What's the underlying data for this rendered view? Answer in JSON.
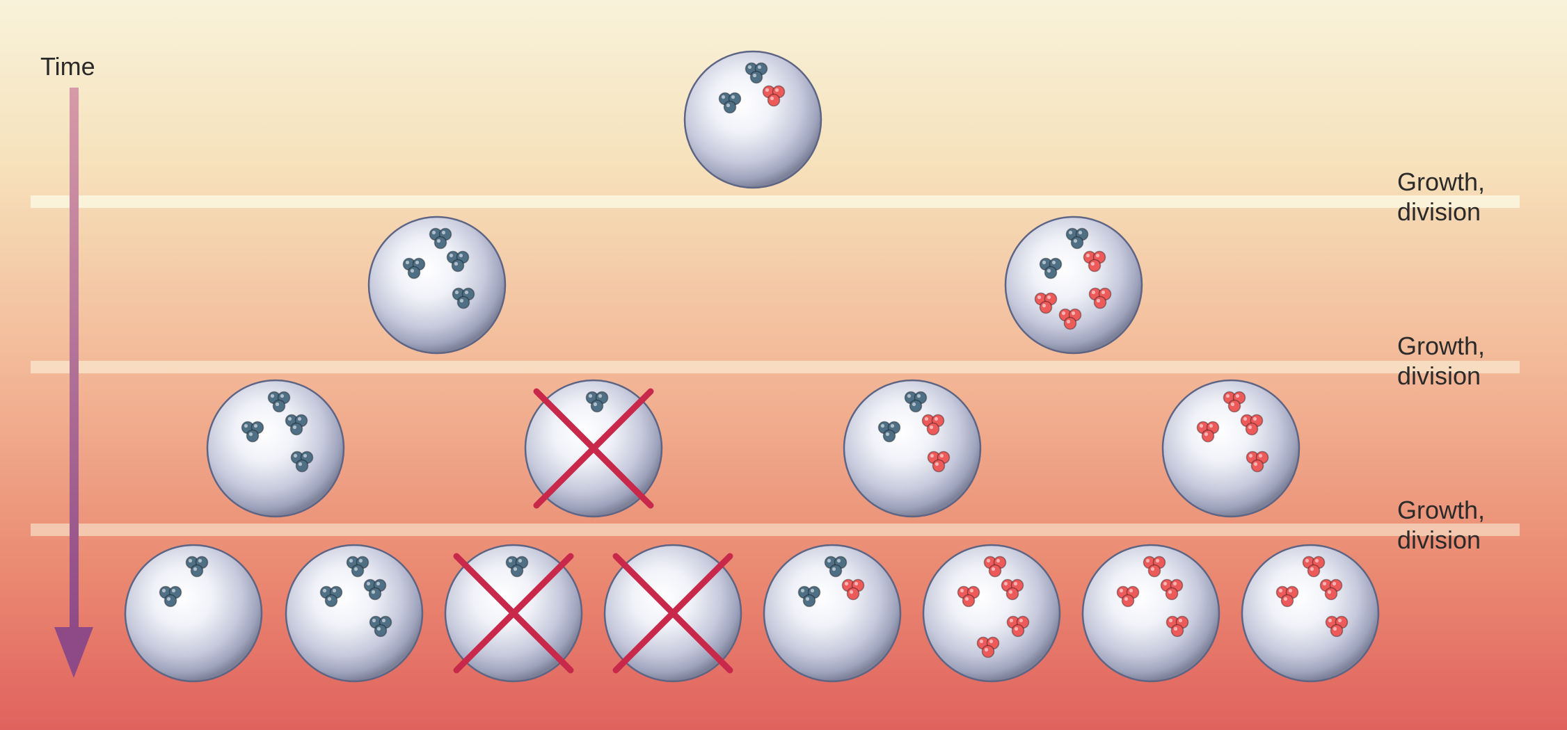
{
  "time_label": "Time",
  "stages": [
    {
      "line1": "Growth,",
      "line2": "division"
    },
    {
      "line1": "Growth,",
      "line2": "division"
    },
    {
      "line1": "Growth,",
      "line2": "division"
    }
  ],
  "colors": {
    "background_top": "#f7f0d8",
    "background_bottom": "#e06460",
    "divider": "#fbf3dc",
    "time_arrow": "#9a4f8a",
    "cell": "#eceef6",
    "cell_edge": "#5d6484",
    "blue_organelle": "#4f6f85",
    "red_organelle": "#ec5a5a",
    "cross": "#c8284a"
  },
  "generations": [
    {
      "cells": [
        {
          "blue": 2,
          "red": 1,
          "dead": false
        }
      ]
    },
    {
      "cells": [
        {
          "blue": 4,
          "red": 0,
          "dead": false
        },
        {
          "blue": 2,
          "red": 4,
          "dead": false
        }
      ]
    },
    {
      "cells": [
        {
          "blue": 4,
          "red": 0,
          "dead": false
        },
        {
          "blue": 1,
          "red": 0,
          "dead": true
        },
        {
          "blue": 2,
          "red": 2,
          "dead": false
        },
        {
          "blue": 0,
          "red": 4,
          "dead": false
        }
      ]
    },
    {
      "cells": [
        {
          "blue": 2,
          "red": 0,
          "dead": false
        },
        {
          "blue": 4,
          "red": 0,
          "dead": false
        },
        {
          "blue": 1,
          "red": 0,
          "dead": true
        },
        {
          "blue": 0,
          "red": 0,
          "dead": true
        },
        {
          "blue": 2,
          "red": 1,
          "dead": false
        },
        {
          "blue": 0,
          "red": 5,
          "dead": false
        },
        {
          "blue": 0,
          "red": 4,
          "dead": false
        },
        {
          "blue": 0,
          "red": 4,
          "dead": false
        }
      ]
    }
  ]
}
